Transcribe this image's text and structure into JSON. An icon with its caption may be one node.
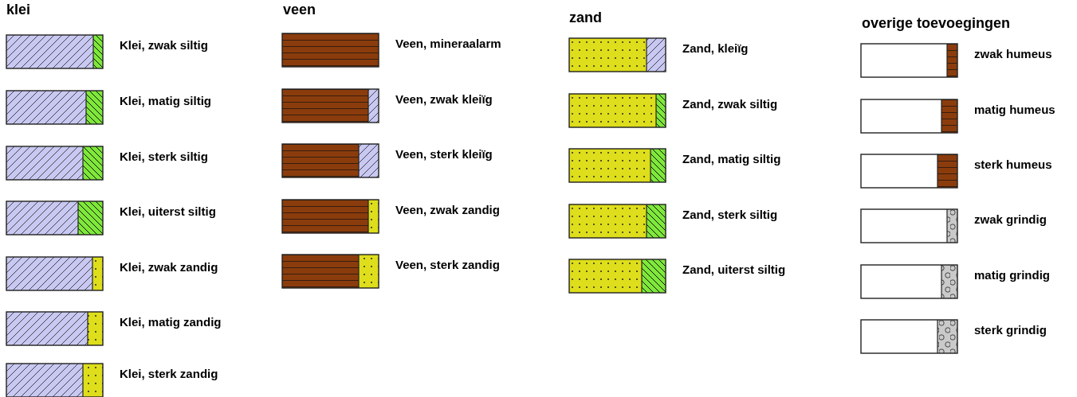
{
  "diagram": {
    "labels": [
      "klei",
      "veen",
      "zand",
      "overige toevoegingen"
    ],
    "legend": [
      {
        "text": "Klei, zwak siltig"
      },
      {
        "text": "Klei, matig siltig"
      },
      {
        "text": "Klei, sterk siltig"
      },
      {
        "text": "Klei, uiterst siltig"
      },
      {
        "text": "Klei, zwak zandig"
      },
      {
        "text": "Klei, matig zandig"
      },
      {
        "text": "Klei, sterk zandig"
      },
      {
        "text": "Veen, mineraalarm"
      },
      {
        "text": "Veen, zwak kleiïg"
      },
      {
        "text": "Veen, sterk kleiïg"
      },
      {
        "text": "Veen, zwak zandig"
      },
      {
        "text": "Veen, sterk zandig"
      },
      {
        "text": "Zand, kleiïg"
      },
      {
        "text": "Zand, zwak siltig"
      },
      {
        "text": "Zand, matig siltig"
      },
      {
        "text": "Zand, sterk siltig"
      },
      {
        "text": "Zand, uiterst siltig"
      },
      {
        "text": "zwak humeus"
      },
      {
        "text": "matig humeus"
      },
      {
        "text": "sterk humeus"
      },
      {
        "text": "zwak grindig"
      },
      {
        "text": "matig grindig"
      },
      {
        "text": "sterk grindig"
      }
    ]
  }
}
